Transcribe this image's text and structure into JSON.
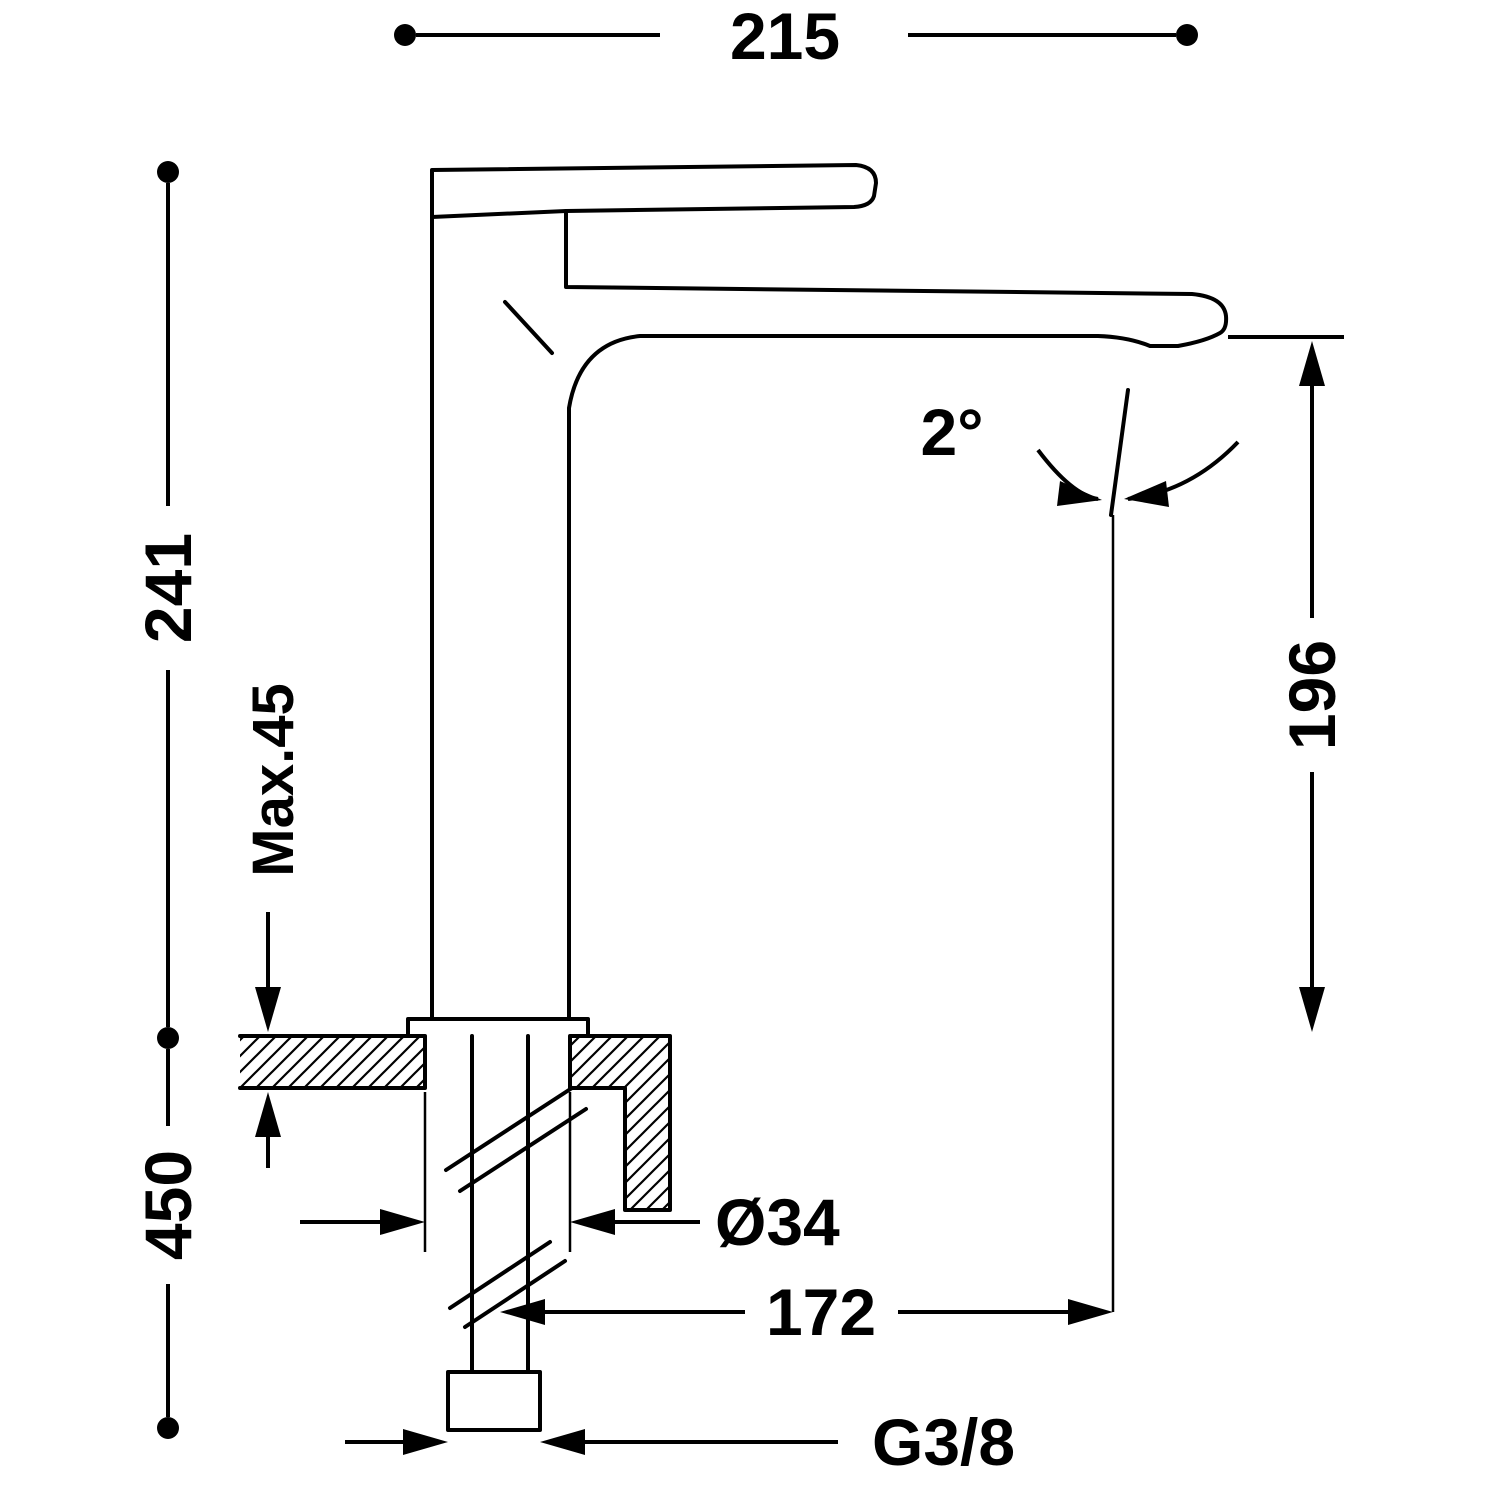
{
  "diagram": {
    "type": "technical-dimension-drawing",
    "subject": "single-lever high-spout basin mixer tap, side elevation with installation dimensions",
    "colors": {
      "line": "#000000",
      "background": "#ffffff"
    },
    "labels": {
      "overall_width": "215",
      "height_above_deck": "241",
      "max_deck_thickness": "Max.45",
      "height_below_deck": "450",
      "spout_outlet_height": "196",
      "spout_angle": "2°",
      "hole_diameter": "Ø34",
      "spout_reach": "172",
      "inlet_thread": "G3/8"
    }
  }
}
